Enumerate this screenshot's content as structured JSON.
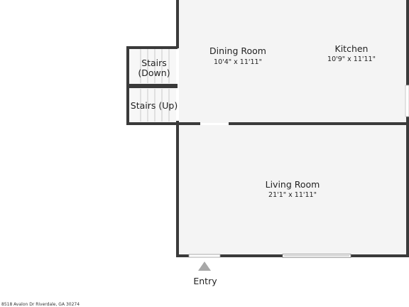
{
  "rooms": {
    "dining": {
      "name": "Dining Room",
      "dims": "10'4\" x 11'11\""
    },
    "kitchen": {
      "name": "Kitchen",
      "dims": "10'9\" x 11'11\""
    },
    "living": {
      "name": "Living Room",
      "dims": "21'1\" x 11'11\""
    },
    "stairs_down": {
      "line1": "Stairs",
      "line2": "(Down)"
    },
    "stairs_up": {
      "name": "Stairs (Up)"
    }
  },
  "entry": {
    "label": "Entry"
  },
  "address": "8518 Avalon Dr Riverdale, GA 30274",
  "colors": {
    "wall": "#3a3a3a",
    "floor": "#f4f4f4",
    "stair_floor": "#f7f7f7",
    "marker": "#a8a8a8"
  }
}
